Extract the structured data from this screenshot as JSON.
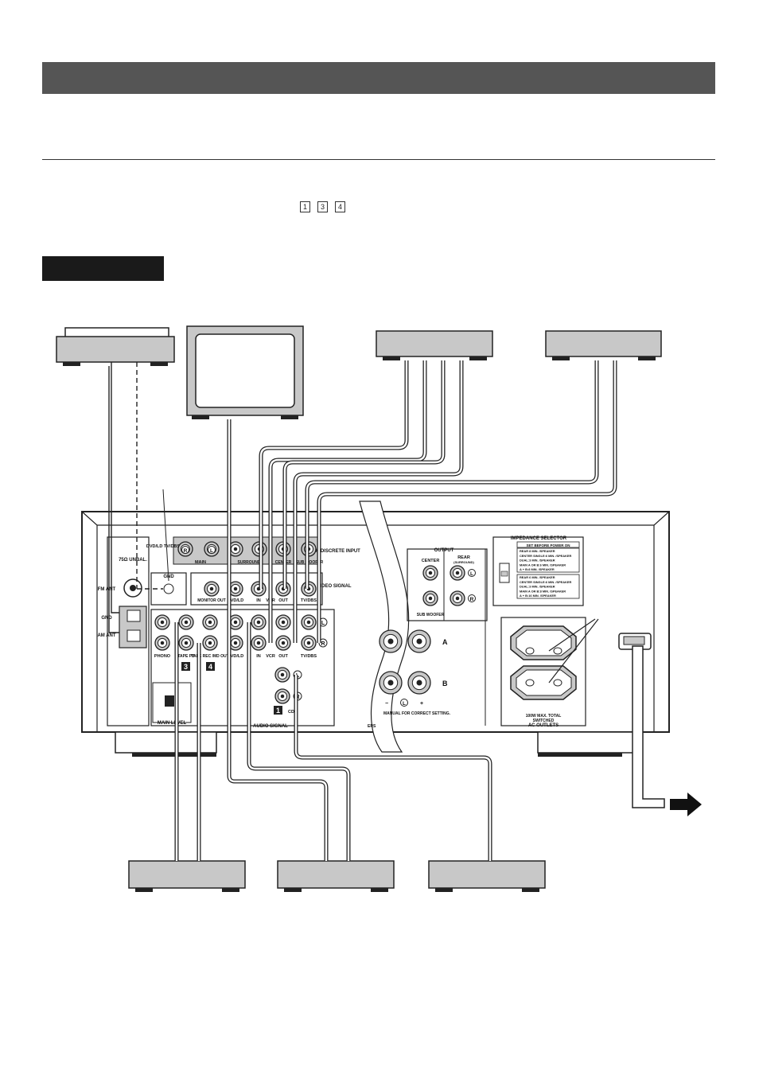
{
  "header": {
    "title": ""
  },
  "step_badges": [
    "1",
    "3",
    "4"
  ],
  "section_label": "",
  "antenna_panel": {
    "unbal": "75Ω UNBAL.",
    "fm": "FM ANT",
    "gnd": "GND",
    "am": "AM ANT"
  },
  "gnd_label": "GND",
  "sixch": {
    "source": "DVD/LD TV/DBS",
    "main": "MAIN",
    "surround": "SURROUND",
    "center": "CENTER",
    "subwoofer": "SUB WOOFER",
    "title": "6CH DISCRETE INPUT"
  },
  "video": {
    "monitor_out": "MONITOR OUT",
    "dvdld": "DVD/LD",
    "in": "IN",
    "vcr": "VCR",
    "out": "OUT",
    "tvdbs": "TV/DBS",
    "title": "VIDEO SIGNAL"
  },
  "audio": {
    "phono": "PHONO",
    "tape_pb": "TAPE PB",
    "tape_rec": "TAPE REC /MD OUT",
    "dvdld": "DVD/LD",
    "in": "IN",
    "vcr": "VCR",
    "out": "OUT",
    "tvdbs": "TV/DBS",
    "cd": "CD",
    "title": "AUDIO SIGNAL",
    "main_level": "MAIN LEVEL"
  },
  "channel_marks": {
    "left": "L",
    "right": "R"
  },
  "num_marks": [
    "3",
    "4",
    "1"
  ],
  "output": {
    "title": "OUTPUT",
    "center": "CENTER",
    "rear": "REAR",
    "surround": "(SURROUND)",
    "sub": "SUB WOOFER"
  },
  "speakers": {
    "a": "A",
    "b": "B",
    "minus": "−",
    "plus": "+",
    "note": "MANUAL FOR CORRECT SETTING.",
    "label": "ERS"
  },
  "impedance": {
    "title": "IMPEDANCE SELECTOR",
    "subtitle": "SET BEFORE POWER ON",
    "upper": [
      "REAR 8 MIN. /SPEAKER",
      "CENTER SINGLE:6 MIN. /SPEAKER",
      "DUAL:3 MIN. /SPEAKER",
      "MAIN A OR B:6 MIN. /SPEAKER",
      "A + B:8 MIN. /SPEAKER"
    ],
    "lower": [
      "REAR 6 MIN. /SPEAKER",
      "CENTER SINGLE:6 MIN. /SPEAKER",
      "DUAL:3 MIN. /SPEAKER",
      "MAIN A OR B:8 MIN. /SPEAKER",
      "A + B:16 MIN. /SPEAKER"
    ]
  },
  "ac_outlets": {
    "power_note": "100W MAX. TOTAL",
    "switched": "SWITCHED",
    "title": "AC OUTLETS"
  }
}
